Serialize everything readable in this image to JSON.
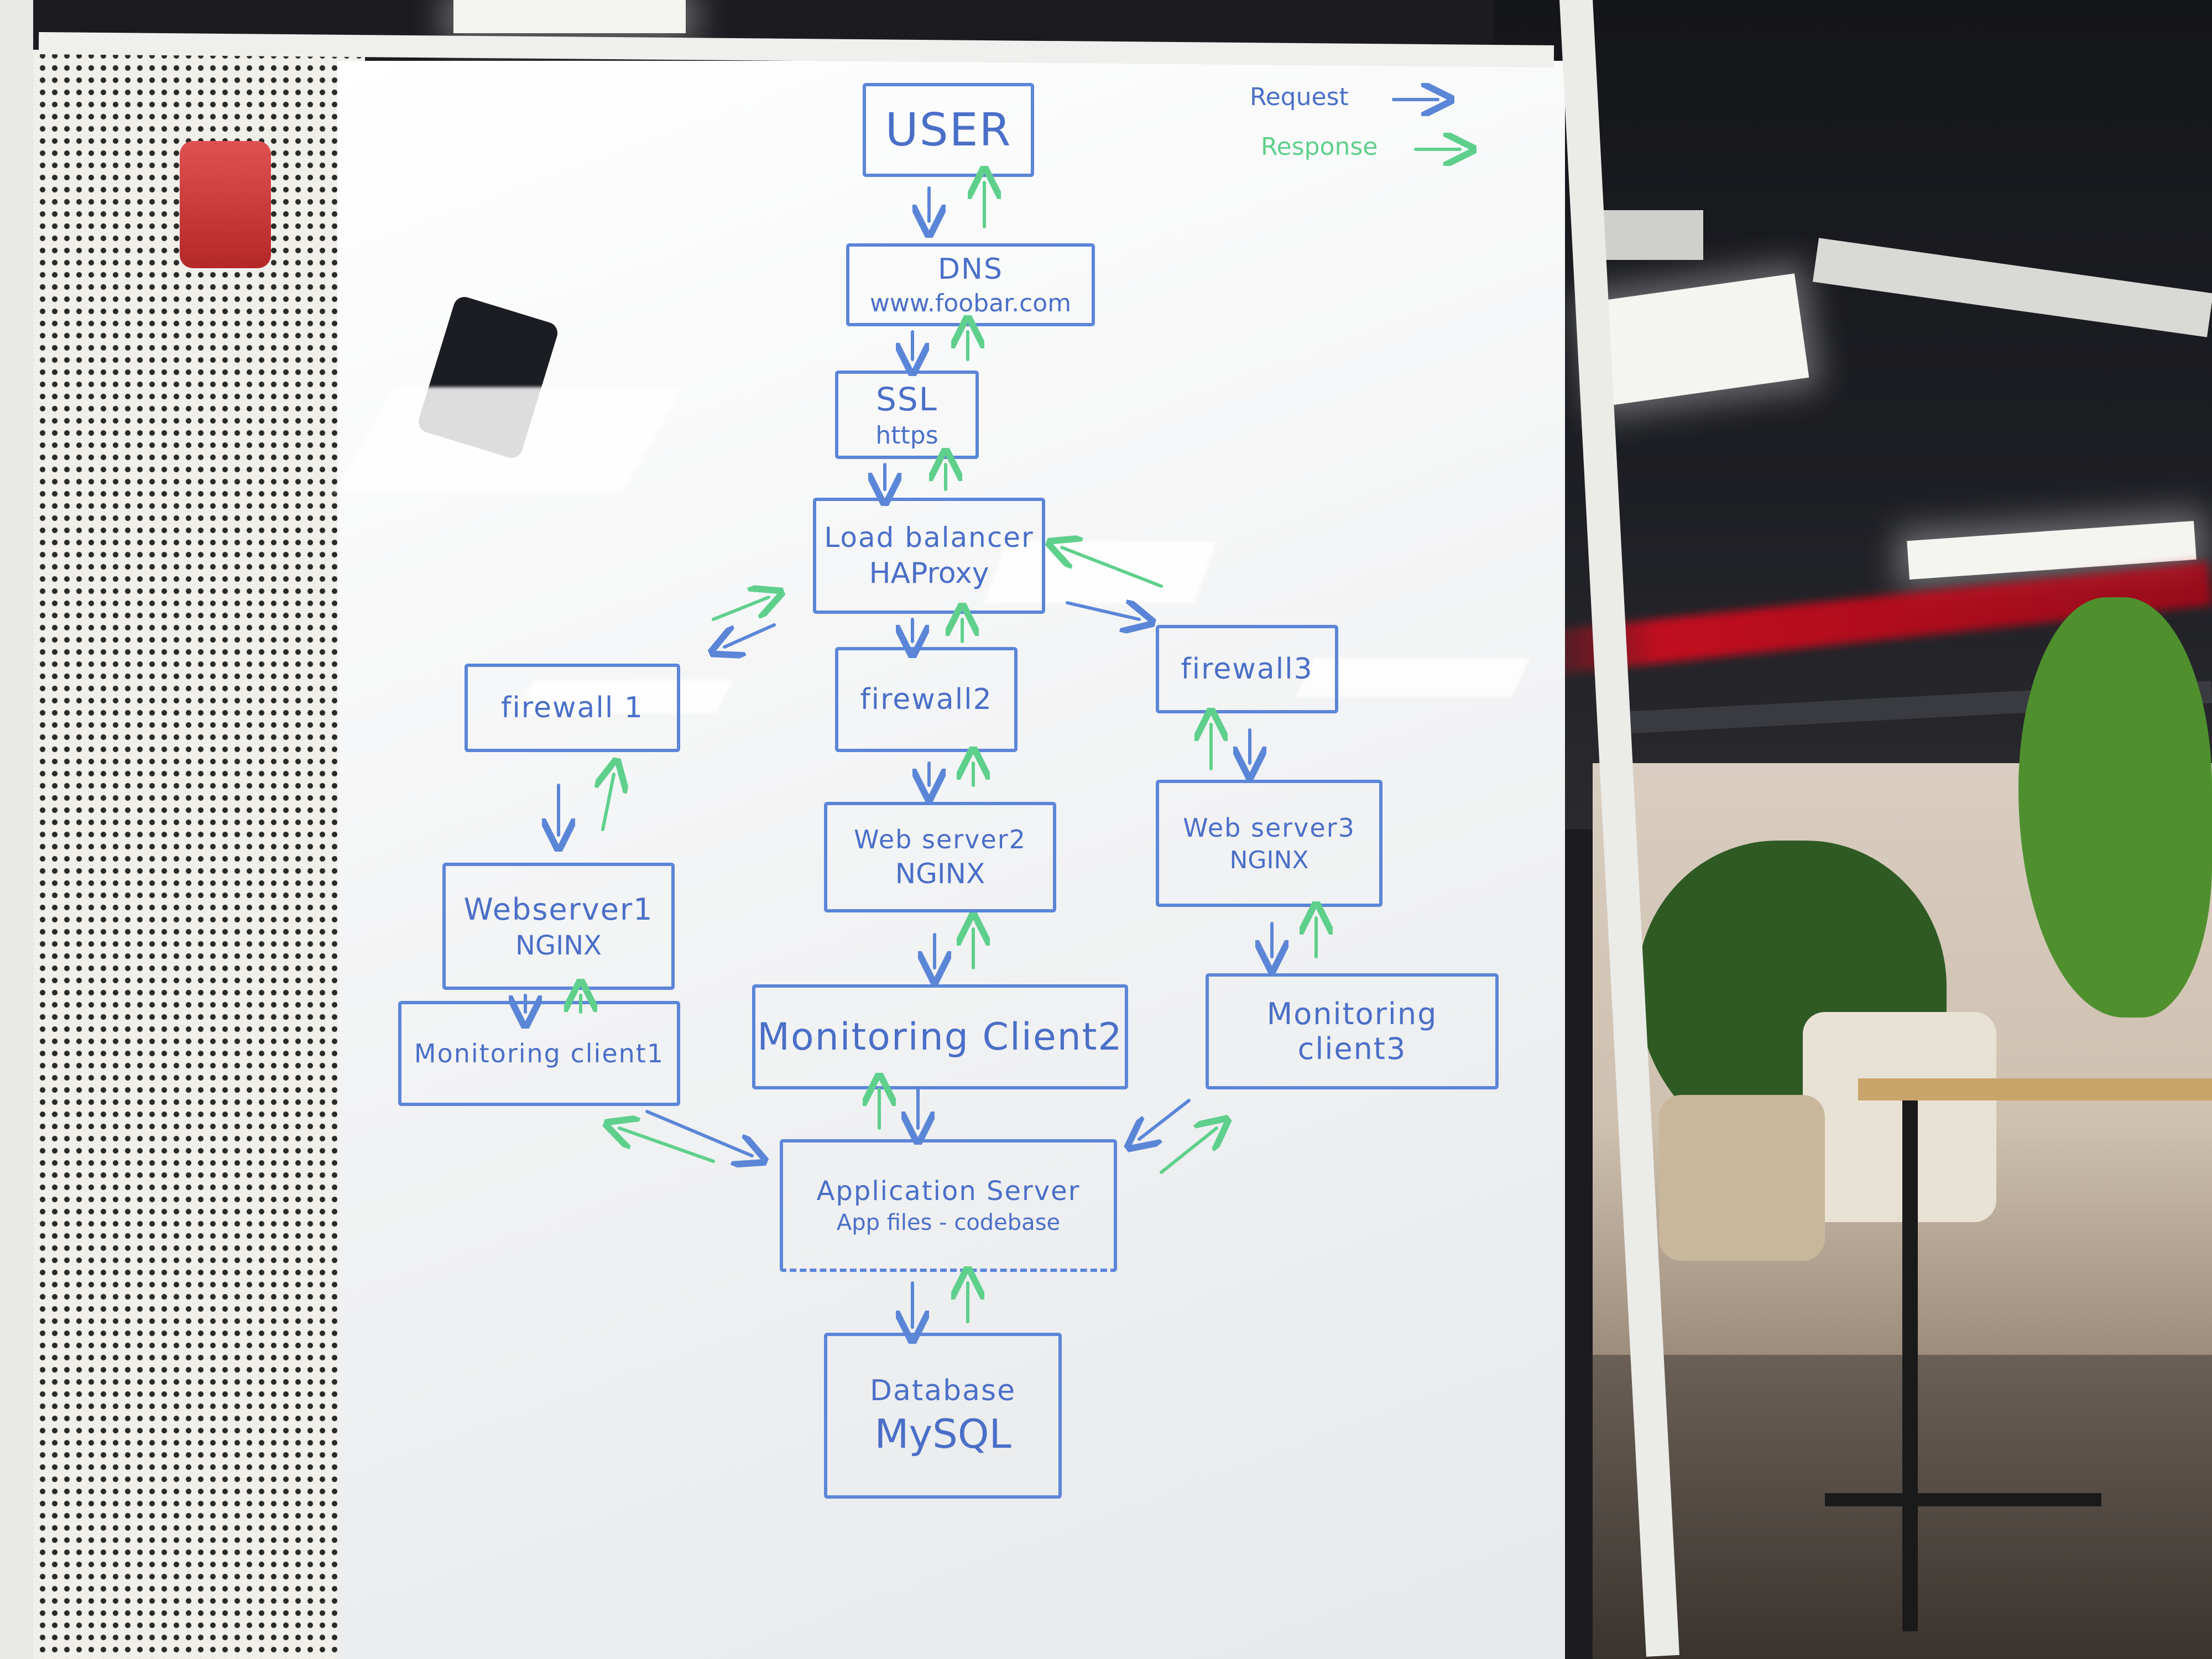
{
  "legend": {
    "request": "Request",
    "response": "Response",
    "request_color": "#4a6fc8",
    "response_color": "#5fd08c"
  },
  "nodes": {
    "user": {
      "title": "USER"
    },
    "dns": {
      "title": "DNS",
      "subtitle": "www.foobar.com"
    },
    "ssl": {
      "title": "SSL",
      "subtitle": "https"
    },
    "load_balancer": {
      "title": "Load balancer",
      "subtitle": "HAProxy"
    },
    "firewall1": {
      "title": "firewall 1"
    },
    "firewall2": {
      "title": "firewall2"
    },
    "firewall3": {
      "title": "firewall3"
    },
    "webserver1": {
      "title": "Webserver1",
      "subtitle": "NGINX"
    },
    "webserver2": {
      "title": "Web server2",
      "subtitle": "NGINX"
    },
    "webserver3": {
      "title": "Web server3",
      "subtitle": "NGINX"
    },
    "monitoring1": {
      "title": "Monitoring client1"
    },
    "monitoring2": {
      "title": "Monitoring Client2"
    },
    "monitoring3": {
      "title": "Monitoring client3"
    },
    "app_server": {
      "title": "Application Server",
      "subtitle": "App files - codebase"
    },
    "database": {
      "title": "Database",
      "subtitle": "MySQL"
    }
  },
  "colors": {
    "marker_blue": "#5b86d8",
    "marker_green": "#5fd08c"
  }
}
